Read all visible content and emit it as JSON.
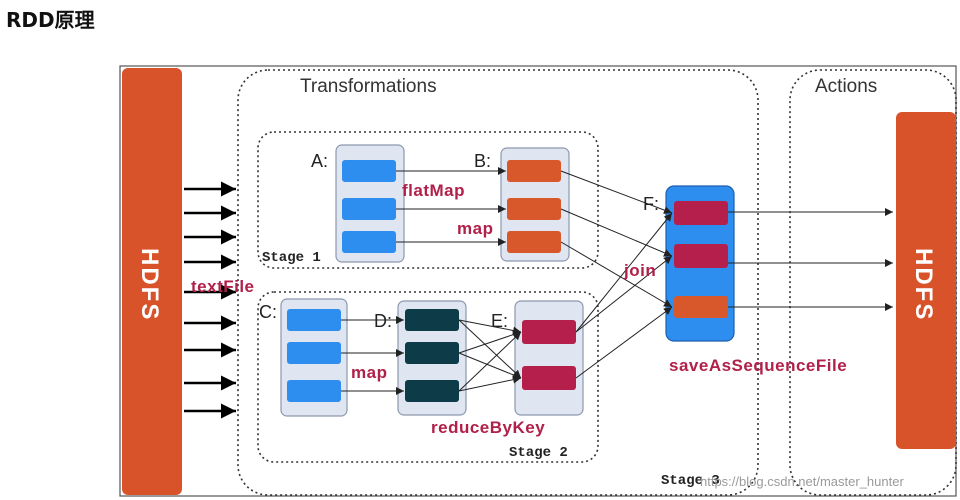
{
  "title": "RDD原理",
  "panels": {
    "transformations": "Transformations",
    "actions": "Actions"
  },
  "stages": {
    "stage1": "Stage 1",
    "stage2": "Stage 2",
    "stage3": "Stage 3"
  },
  "hdfs": {
    "left": "HDFS",
    "right": "HDFS"
  },
  "nodes": {
    "a": "A:",
    "b": "B:",
    "c": "C:",
    "d": "D:",
    "e": "E:",
    "f": "F:"
  },
  "operations": {
    "textfile": "textFile",
    "flatmap": "flatMap",
    "map_stage1": "map",
    "map_stage2": "map",
    "join": "join",
    "reducebykey": "reduceByKey",
    "saveassequencefile": "saveAsSequenceFile"
  },
  "watermark": "https://blog.csdn.net/master_hunter",
  "colors": {
    "hdfs": "#d9532a",
    "partition_blue": "#2d8ef0",
    "partition_orange": "#d9582b",
    "partition_teal": "#0d3c48",
    "partition_crimson": "#b51f4b",
    "rdd_box": "#dfe6f1",
    "rdd_f": "#2d8ef0",
    "operation_text": "#b0204a"
  }
}
